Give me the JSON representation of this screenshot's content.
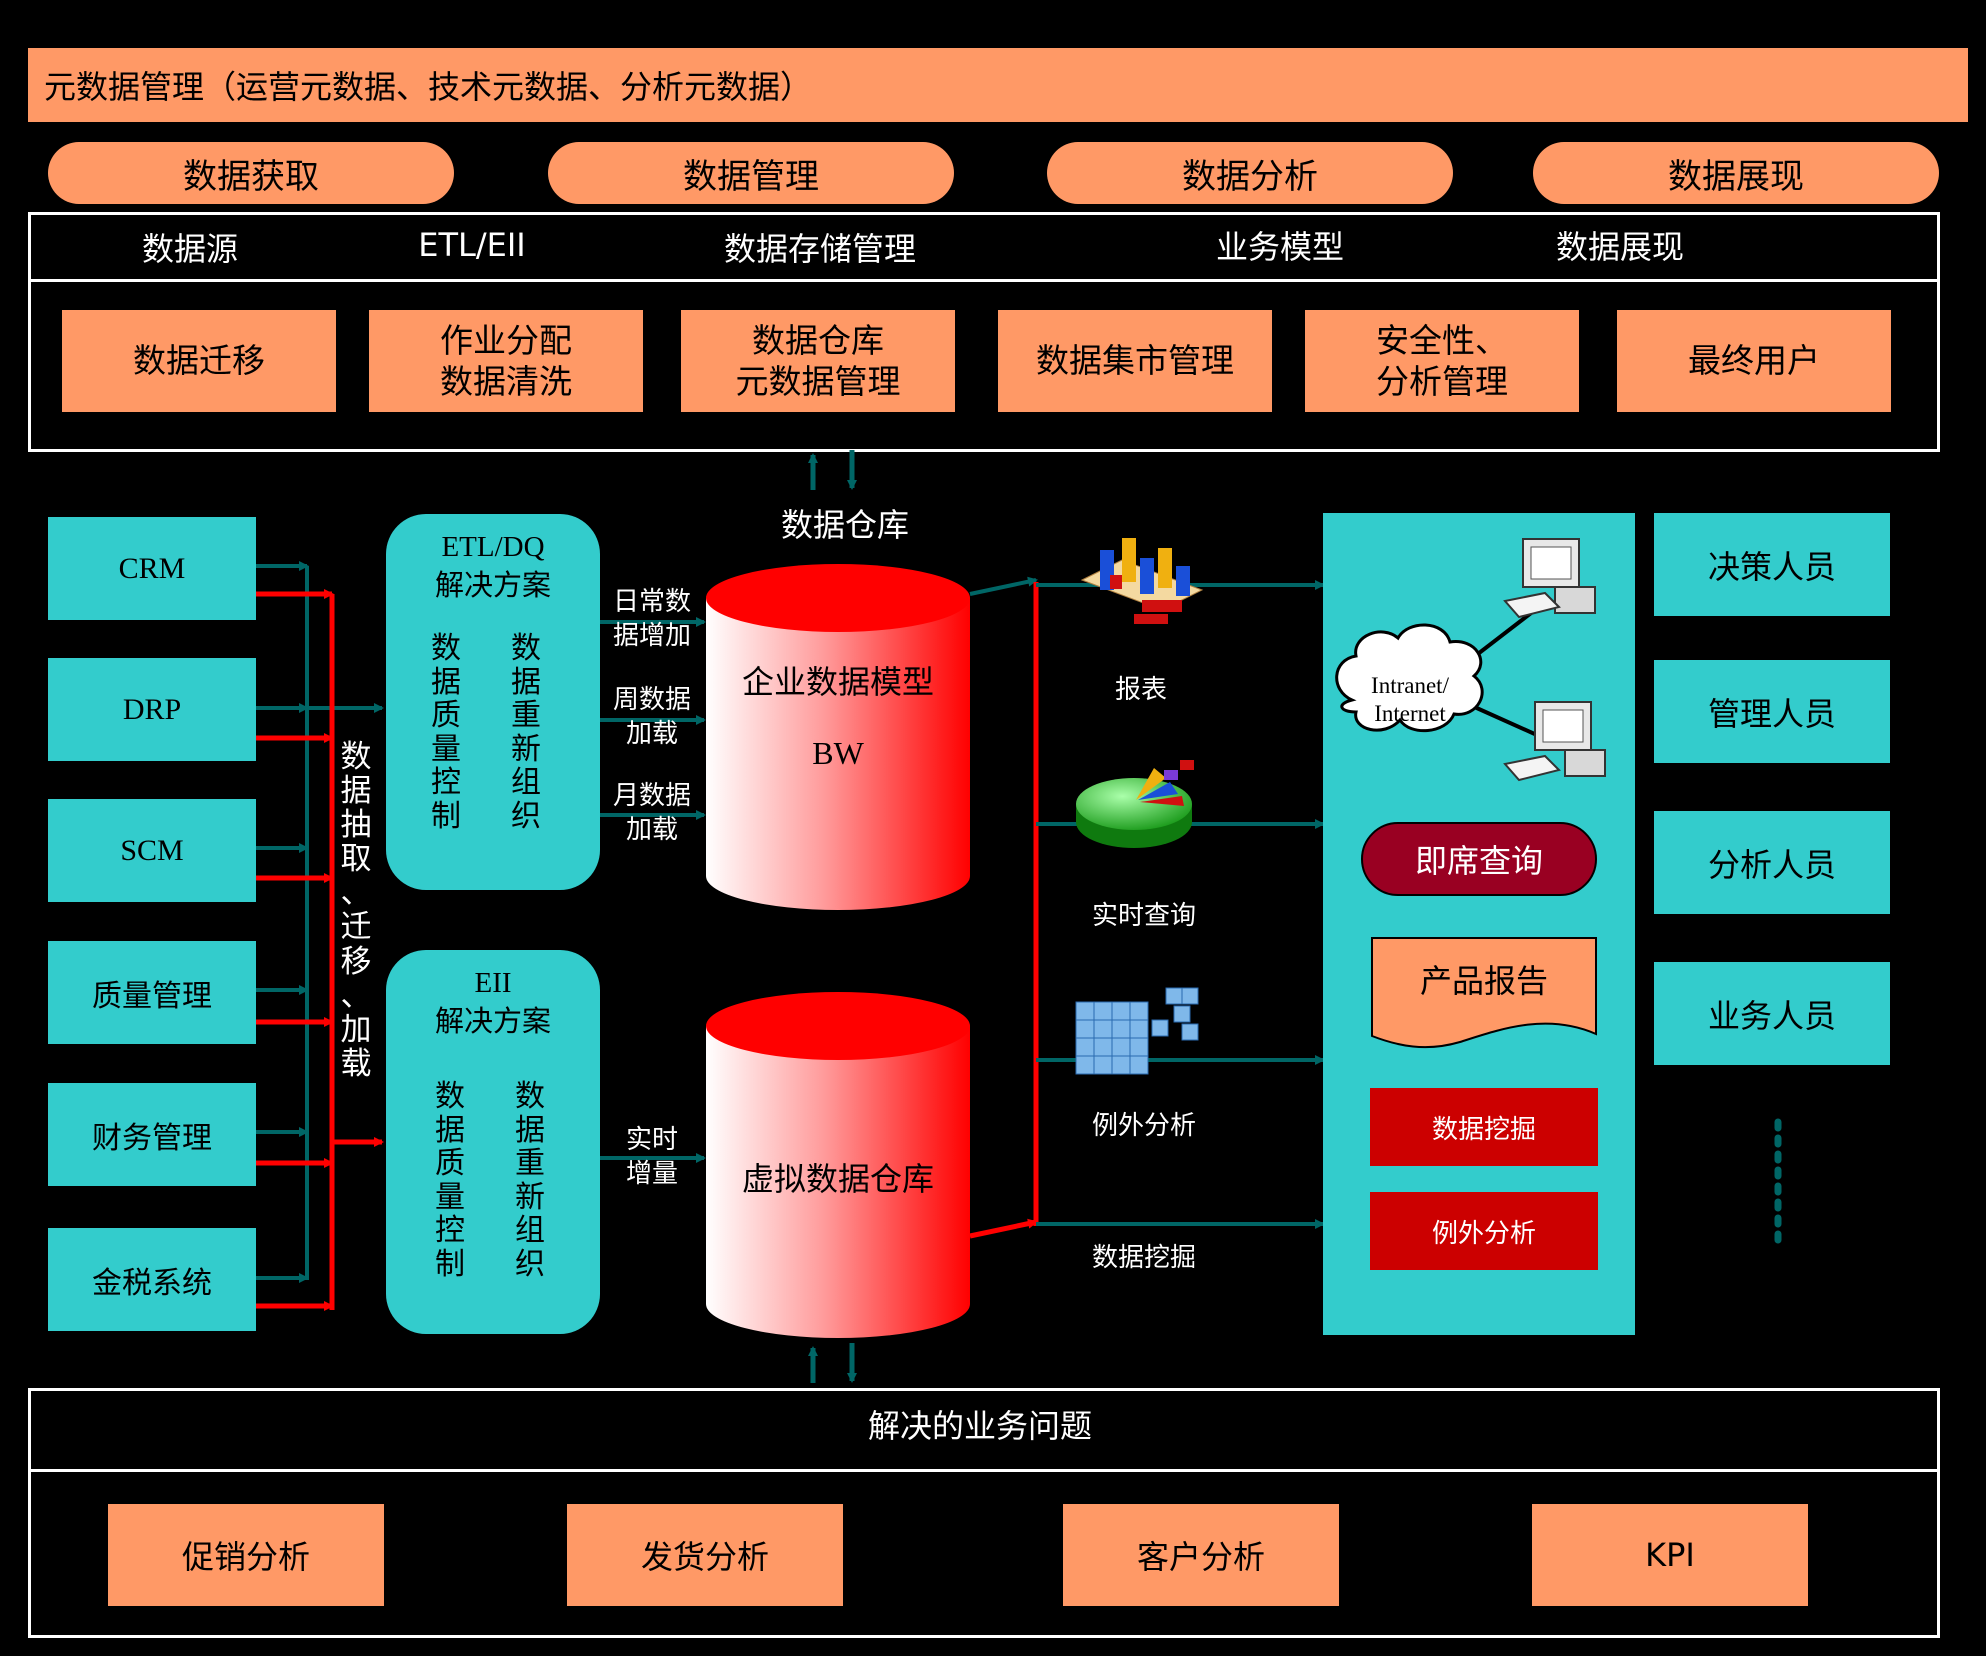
{
  "metadata_bar": "元数据管理（运营元数据、技术元数据、分析元数据）",
  "pills": [
    "数据获取",
    "数据管理",
    "数据分析",
    "数据展现"
  ],
  "layer_headers": [
    "数据源",
    "ETL/EII",
    "数据存储管理",
    "业务模型",
    "数据展现"
  ],
  "layer_boxes": [
    "数据迁移",
    "作业分配\n数据清洗",
    "数据仓库\n元数据管理",
    "数据集市管理",
    "安全性、\n分析管理",
    "最终用户"
  ],
  "dw_label": "数据仓库",
  "sources": [
    "CRM",
    "DRP",
    "SCM",
    "质量管理",
    "财务管理",
    "金税系统"
  ],
  "extract_label": "数\n据\n抽\n取\n、\n迁\n移\n、\n加\n载",
  "etl": {
    "title": "ETL/DQ\n解决方案",
    "col1": "数\n据\n质\n量\n控\n制",
    "col2": "数\n据\n重\n新\n组\n织"
  },
  "eii": {
    "title": "EII\n解决方案",
    "col1": "数\n据\n质\n量\n控\n制",
    "col2": "数\n据\n重\n新\n组\n织"
  },
  "load_labels": [
    "日常数\n据增加",
    "周数据\n加载",
    "月数据\n加载"
  ],
  "realtime_label": "实时\n增量",
  "cylinder_top": {
    "title": "企业数据模型",
    "subtitle": "BW"
  },
  "cylinder_bottom": {
    "title": "虚拟数据仓库"
  },
  "tools": [
    "报表",
    "实时查询",
    "例外分析",
    "数据挖掘"
  ],
  "network_label": "Intranet/\nInternet",
  "panel": {
    "adhoc": "即席查询",
    "report": "产品报告",
    "mining": "数据挖掘",
    "exception": "例外分析"
  },
  "users": [
    "决策人员",
    "管理人员",
    "分析人员",
    "业务人员"
  ],
  "bottom_header": "解决的业务问题",
  "problems": [
    "促销分析",
    "发货分析",
    "客户分析",
    "KPI"
  ],
  "colors": {
    "orange": "#FF9966",
    "teal": "#33CCCC",
    "red": "#FF0000",
    "dark_teal": "#006666",
    "dark_red": "#CC0000"
  },
  "icons": [
    "bar-chart-icon",
    "pie-chart-icon",
    "cube-icon",
    "computer-icon",
    "cloud-icon"
  ]
}
